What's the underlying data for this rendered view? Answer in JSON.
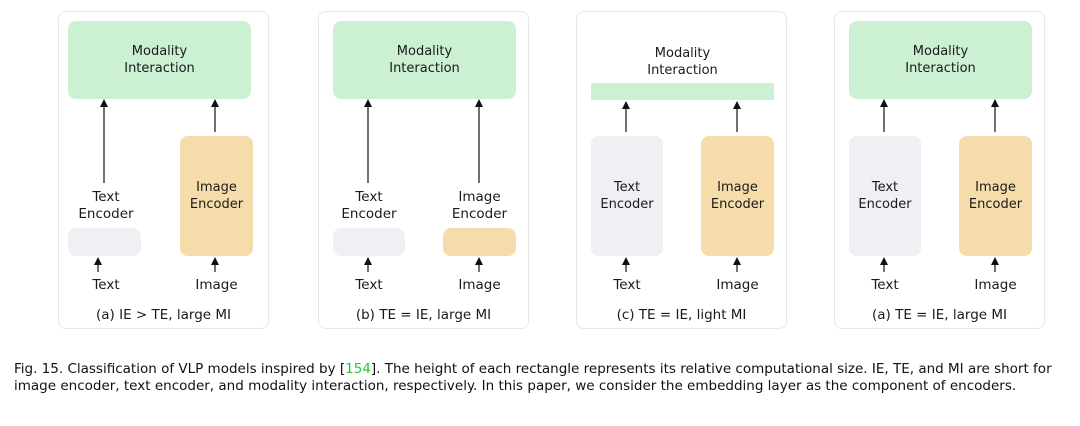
{
  "panels": [
    {
      "modality": "Modality\nInteraction",
      "text_encoder": "Text\nEncoder",
      "image_encoder": "Image\nEncoder",
      "text": "Text",
      "image": "Image",
      "caption": "(a) IE > TE, large MI"
    },
    {
      "modality": "Modality\nInteraction",
      "text_encoder": "Text\nEncoder",
      "image_encoder": "Image\nEncoder",
      "text": "Text",
      "image": "Image",
      "caption": "(b) TE = IE, large MI"
    },
    {
      "modality": "Modality\nInteraction",
      "text_encoder": "Text\nEncoder",
      "image_encoder": "Image\nEncoder",
      "text": "Text",
      "image": "Image",
      "caption": "(c) TE = IE, light MI"
    },
    {
      "modality": "Modality\nInteraction",
      "text_encoder": "Text\nEncoder",
      "image_encoder": "Image\nEncoder",
      "text": "Text",
      "image": "Image",
      "caption": "(a) TE = IE, large MI"
    }
  ],
  "figure_caption": {
    "prefix": "Fig. 15. Classification of VLP models inspired by [",
    "citation": "154",
    "suffix": "]. The height of each rectangle represents its relative computational size. IE, TE, and MI are short for image encoder, text encoder, and modality interaction, respectively. In this paper, we consider the embedding layer as the component of encoders."
  },
  "colors": {
    "interaction": "#ccf0d2",
    "text_encoder": "#eff0f4",
    "image_encoder": "#f6dcaa",
    "citation": "#27c437"
  }
}
